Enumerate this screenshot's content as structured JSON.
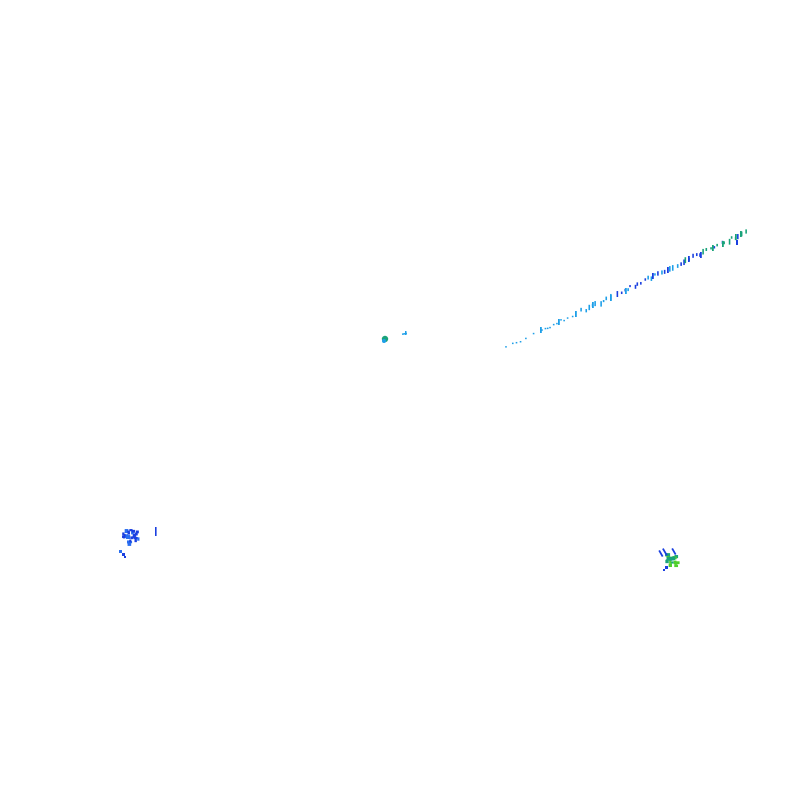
{
  "background": "#ffffff",
  "palette": {
    "blue": "#1a3fe0",
    "mid_blue": "#2a6ef0",
    "sky": "#1e9fe8",
    "teal": "#1aa37a",
    "green": "#4fcf2a"
  },
  "clusters": [
    {
      "name": "diagonal-streak",
      "description_color": "sky"
    },
    {
      "name": "small-blob-center",
      "description_color": "teal"
    },
    {
      "name": "blob-lower-left",
      "description_color": "mid_blue"
    },
    {
      "name": "blob-lower-right",
      "description_color": "green"
    }
  ]
}
